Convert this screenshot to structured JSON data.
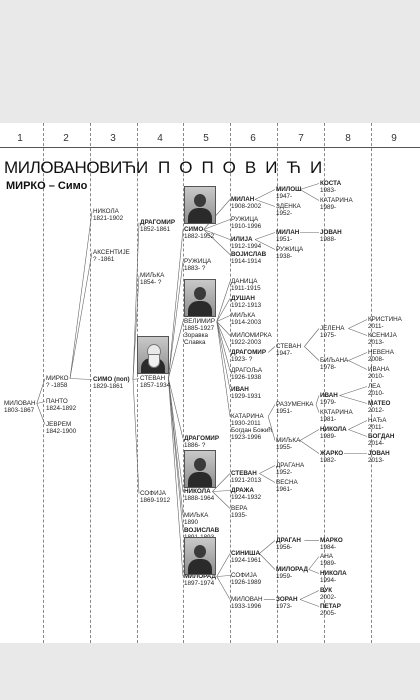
{
  "columns": [
    "1",
    "2",
    "3",
    "4",
    "5",
    "6",
    "7",
    "8",
    "9"
  ],
  "title_main": "МИЛОВАНОВИЋИ",
  "title_alt": "ПОПОВИЋИ",
  "subtitle": "МИРКО – Симо",
  "people": [
    {
      "id": "milovan1",
      "name": "МИЛОВАН",
      "dates": [
        "1803-1867"
      ],
      "bold": false
    },
    {
      "id": "mirko",
      "name": "МИРКО",
      "dates": [
        "? -1858"
      ],
      "bold": false
    },
    {
      "id": "panto",
      "name": "ПАНТО",
      "dates": [
        "1824-1892"
      ],
      "bold": false
    },
    {
      "id": "jevrem",
      "name": "ЈЕВРЕМ",
      "dates": [
        "1842-1900"
      ],
      "bold": false
    },
    {
      "id": "nikola3",
      "name": "НИКОЛА",
      "dates": [
        "1821-1902"
      ],
      "bold": false
    },
    {
      "id": "aksentije",
      "name": "АКСЕНТИЈЕ",
      "dates": [
        "? -1861"
      ],
      "bold": false
    },
    {
      "id": "simo",
      "name": "СИМО (поп)",
      "dates": [
        "1829-1861"
      ],
      "bold": true
    },
    {
      "id": "dragomir4",
      "name": "ДРАГОМИР",
      "dates": [
        "1852-1861"
      ],
      "bold": true
    },
    {
      "id": "miljka4",
      "name": "МИЉКА",
      "dates": [
        "1854- ?"
      ],
      "bold": false
    },
    {
      "id": "stevan4",
      "name": "СТЕВАН",
      "dates": [
        "1857-1934"
      ],
      "bold": false
    },
    {
      "id": "sofija4",
      "name": "СОФИЈА",
      "dates": [
        "1869-1912"
      ],
      "bold": false
    },
    {
      "id": "simo5",
      "name": "СИМО",
      "dates": [
        "1882-1952"
      ],
      "bold": true
    },
    {
      "id": "ruzica5",
      "name": "РУЖИЦА",
      "dates": [
        "1883- ?"
      ],
      "bold": false
    },
    {
      "id": "velimir",
      "name": "ВЕЛИМИР",
      "dates": [
        "1885-1927",
        "Зоравка",
        "Славка"
      ],
      "bold": false
    },
    {
      "id": "dragomir5",
      "name": "ДРАГОМИР",
      "dates": [
        "1886- ?"
      ],
      "bold": true
    },
    {
      "id": "nikola5",
      "name": "НИКОЛА",
      "dates": [
        "1888-1964"
      ],
      "bold": true
    },
    {
      "id": "miljka5",
      "name": "МИЉКА",
      "dates": [
        "1890"
      ],
      "bold": false
    },
    {
      "id": "vojislav5",
      "name": "ВОЈИСЛАВ",
      "dates": [
        "1891-1893"
      ],
      "bold": true
    },
    {
      "id": "milorad5",
      "name": "МИЛОРАД",
      "dates": [
        "1897-1974"
      ],
      "bold": true
    },
    {
      "id": "milan6",
      "name": "МИЛАН",
      "dates": [
        "1908-2002"
      ],
      "bold": true
    },
    {
      "id": "ruzica6",
      "name": "РУЖИЦА",
      "dates": [
        "1910-1996"
      ],
      "bold": false
    },
    {
      "id": "ilija6",
      "name": "ИЛИЈА",
      "dates": [
        "1912-1994"
      ],
      "bold": true
    },
    {
      "id": "vojislav6",
      "name": "ВОЈИСЛАВ",
      "dates": [
        "1914-1914"
      ],
      "bold": true
    },
    {
      "id": "danica6",
      "name": "ДАНИЦА",
      "dates": [
        "1911-1915"
      ],
      "bold": false
    },
    {
      "id": "dusan6",
      "name": "ДУШАН",
      "dates": [
        "1912-1913"
      ],
      "bold": true
    },
    {
      "id": "miljka6",
      "name": "МИЉКА",
      "dates": [
        "1914-2003"
      ],
      "bold": false
    },
    {
      "id": "milomirka6",
      "name": "МИЛОМИРКА",
      "dates": [
        "1922-2003"
      ],
      "bold": false
    },
    {
      "id": "dragomir6",
      "name": "ДРАГОМИР",
      "dates": [
        "1923- ?"
      ],
      "bold": true
    },
    {
      "id": "dragolja6",
      "name": "ДРАГОЉА",
      "dates": [
        "1926-1938"
      ],
      "bold": false
    },
    {
      "id": "ivan6",
      "name": "ИВАН",
      "dates": [
        "1929-1931"
      ],
      "bold": true
    },
    {
      "id": "katarina6",
      "name": "КАТАРИНА",
      "dates": [
        "1930-2011",
        "Богдан Божић",
        "1923-1996"
      ],
      "bold": false
    },
    {
      "id": "stevan6",
      "name": "СТЕВАН",
      "dates": [
        "1921-2013"
      ],
      "bold": true
    },
    {
      "id": "draza6",
      "name": "ДРАЖА",
      "dates": [
        "1924-1932"
      ],
      "bold": true
    },
    {
      "id": "vera6",
      "name": "ВЕРА",
      "dates": [
        "1935-"
      ],
      "bold": false
    },
    {
      "id": "sinisa6",
      "name": "СИНИША",
      "dates": [
        "1924-1961"
      ],
      "bold": true
    },
    {
      "id": "sofija6",
      "name": "СОФИЈА",
      "dates": [
        "1926-1989"
      ],
      "bold": false
    },
    {
      "id": "milovan6",
      "name": "МИЛОВАН",
      "dates": [
        "1933-1996"
      ],
      "bold": false
    },
    {
      "id": "milos7",
      "name": "МИЛОШ",
      "dates": [
        "1947-"
      ],
      "bold": true
    },
    {
      "id": "zdenka7",
      "name": "ЗДЕНКА",
      "dates": [
        "1952-"
      ],
      "bold": false
    },
    {
      "id": "milan7",
      "name": "МИЛАН",
      "dates": [
        "1951-"
      ],
      "bold": true
    },
    {
      "id": "ruzica7",
      "name": "РУЖИЦА",
      "dates": [
        "1938-"
      ],
      "bold": false
    },
    {
      "id": "stevan7",
      "name": "СТЕВАН",
      "dates": [
        "1947-"
      ],
      "bold": false
    },
    {
      "id": "razumenka7",
      "name": "РАЗУМЕНКА",
      "dates": [
        "1951-"
      ],
      "bold": false
    },
    {
      "id": "miljka7",
      "name": "МИЉКА",
      "dates": [
        "1955-"
      ],
      "bold": false
    },
    {
      "id": "dragana7",
      "name": "ДРАГАНА",
      "dates": [
        "1952-"
      ],
      "bold": false
    },
    {
      "id": "vesna7",
      "name": "ВЕСНА",
      "dates": [
        "1961-"
      ],
      "bold": false
    },
    {
      "id": "dragan7",
      "name": "ДРАГАН",
      "dates": [
        "1956-"
      ],
      "bold": true
    },
    {
      "id": "milorad7",
      "name": "МИЛОРАД",
      "dates": [
        "1959-"
      ],
      "bold": true
    },
    {
      "id": "zoran7",
      "name": "ЗОРАН",
      "dates": [
        "1973-"
      ],
      "bold": true
    },
    {
      "id": "kosta8",
      "name": "КОСТА",
      "dates": [
        "1983-"
      ],
      "bold": true
    },
    {
      "id": "katarina8",
      "name": "КАТАРИНА",
      "dates": [
        "1989-"
      ],
      "bold": false
    },
    {
      "id": "jovan8",
      "name": "ЈОВАН",
      "dates": [
        "1988-"
      ],
      "bold": true
    },
    {
      "id": "jelena8",
      "name": "ЈЕЛЕНА",
      "dates": [
        "1975-"
      ],
      "bold": false
    },
    {
      "id": "biljana8",
      "name": "БИЉАНА",
      "dates": [
        "1978-"
      ],
      "bold": false
    },
    {
      "id": "ivan8",
      "name": "ИВАН",
      "dates": [
        "1979-"
      ],
      "bold": true
    },
    {
      "id": "katarina8b",
      "name": "КАТАРИНА",
      "dates": [
        "1981-"
      ],
      "bold": false
    },
    {
      "id": "nikola8",
      "name": "НИКОЛА",
      "dates": [
        "1989-"
      ],
      "bold": true
    },
    {
      "id": "zarko8",
      "name": "ЖАРКО",
      "dates": [
        "1982-"
      ],
      "bold": true
    },
    {
      "id": "marko8",
      "name": "МАРКО",
      "dates": [
        "1984-"
      ],
      "bold": true
    },
    {
      "id": "ana8",
      "name": "АНА",
      "dates": [
        "1989-"
      ],
      "bold": false
    },
    {
      "id": "nikola8b",
      "name": "НИКОЛА",
      "dates": [
        "1994-"
      ],
      "bold": true
    },
    {
      "id": "vuk8",
      "name": "ВУК",
      "dates": [
        "2002-"
      ],
      "bold": true
    },
    {
      "id": "petar8",
      "name": "ПЕТАР",
      "dates": [
        "2005-"
      ],
      "bold": true
    },
    {
      "id": "kristina9",
      "name": "КРИСТИНА",
      "dates": [
        "2011-"
      ],
      "bold": false
    },
    {
      "id": "ksenija9",
      "name": "КСЕНИЈА",
      "dates": [
        "2013-"
      ],
      "bold": false
    },
    {
      "id": "neveina9",
      "name": "НЕВЕНА",
      "dates": [
        "2008-"
      ],
      "bold": false
    },
    {
      "id": "ivana9",
      "name": "ИВАНА",
      "dates": [
        "2010-"
      ],
      "bold": false
    },
    {
      "id": "lea9",
      "name": "ЛЕА",
      "dates": [
        "2010-"
      ],
      "bold": false
    },
    {
      "id": "mateo9",
      "name": "МАТЕО",
      "dates": [
        "2012-"
      ],
      "bold": true
    },
    {
      "id": "nadja9",
      "name": "НАЂА",
      "dates": [
        "2011-"
      ],
      "bold": false
    },
    {
      "id": "bogdan9",
      "name": "БОГДАН",
      "dates": [
        "2014-"
      ],
      "bold": true
    },
    {
      "id": "jovan9",
      "name": "ЈОВАН",
      "dates": [
        "2013-"
      ],
      "bold": true
    }
  ],
  "photos": [
    {
      "id": "photo-simo",
      "subject": "portrait-uniform"
    },
    {
      "id": "photo-velimir",
      "subject": "portrait-young-man"
    },
    {
      "id": "photo-stevan",
      "subject": "portrait-elder-bearded"
    },
    {
      "id": "photo-nikola",
      "subject": "portrait-man"
    },
    {
      "id": "photo-milorad",
      "subject": "portrait-man-dark"
    }
  ],
  "colors": {
    "page": "#ffffff",
    "background": "#e9e9e9",
    "line": "#666666",
    "text": "#222222"
  }
}
